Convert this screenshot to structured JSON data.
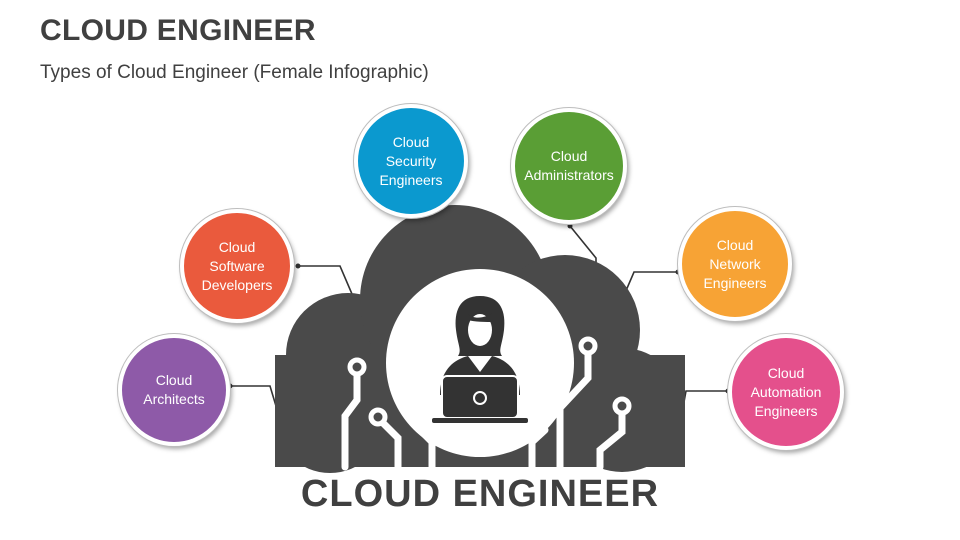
{
  "header": {
    "title": "CLOUD ENGINEER",
    "subtitle": "Types of Cloud Engineer (Female Infographic)"
  },
  "center": {
    "label": "CLOUD ENGINEER",
    "figure_icon": "female-engineer-laptop-icon",
    "cloud_color": "#4a4a4a"
  },
  "nodes": [
    {
      "key": "architects",
      "label": "Cloud\nArchitects",
      "color": "#8e5aa8"
    },
    {
      "key": "software_developers",
      "label": "Cloud\nSoftware\nDevelopers",
      "color": "#ea5a3d"
    },
    {
      "key": "security_engineers",
      "label": "Cloud\nSecurity\nEngineers",
      "color": "#0b99cf"
    },
    {
      "key": "administrators",
      "label": "Cloud\nAdministrators",
      "color": "#5a9e35"
    },
    {
      "key": "network_engineers",
      "label": "Cloud\nNetwork\nEngineers",
      "color": "#f7a335"
    },
    {
      "key": "automation_engineers",
      "label": "Cloud\nAutomation\nEngineers",
      "color": "#e4508c"
    }
  ]
}
